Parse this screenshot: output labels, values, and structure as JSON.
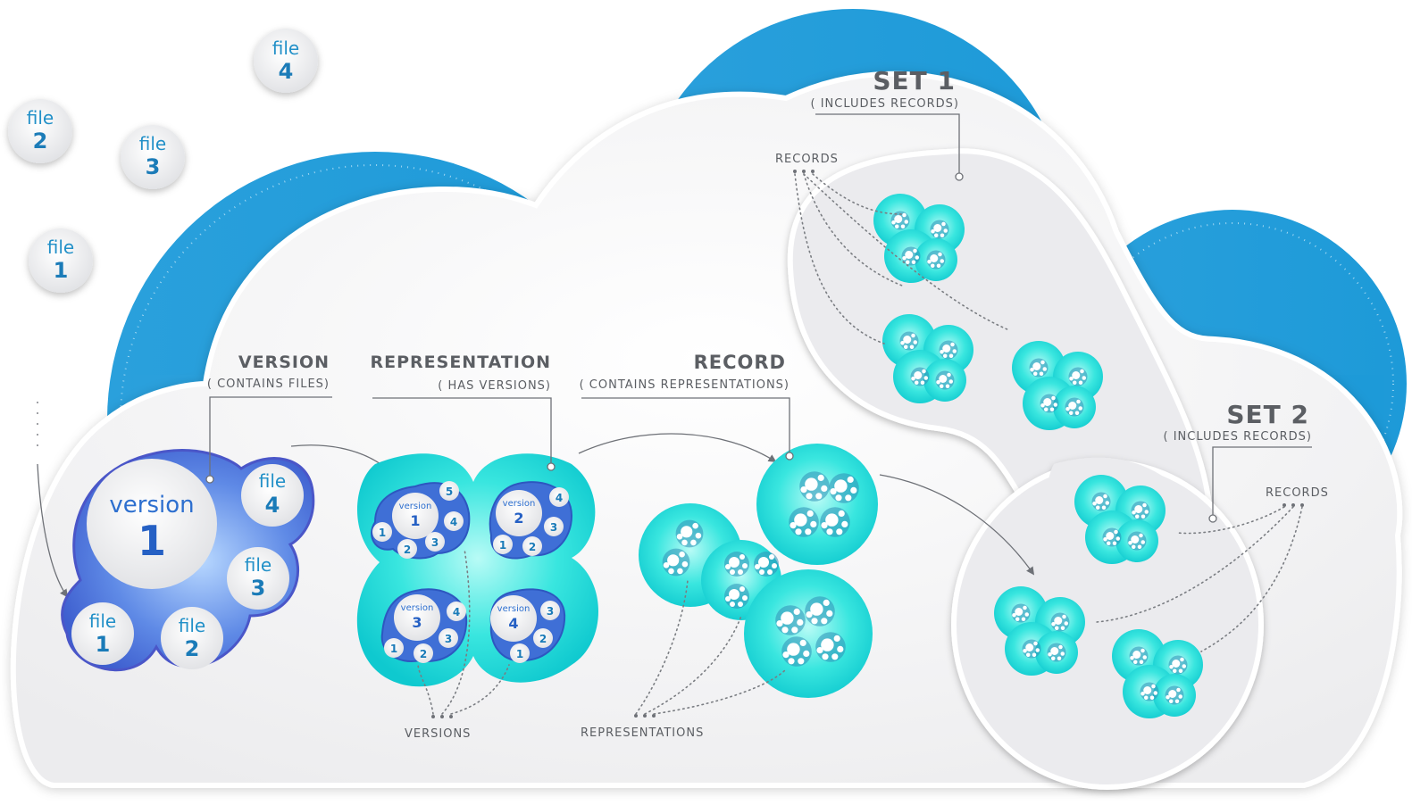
{
  "loose_files": [
    {
      "word": "file",
      "num": "4"
    },
    {
      "word": "file",
      "num": "2"
    },
    {
      "word": "file",
      "num": "3"
    },
    {
      "word": "file",
      "num": "1"
    }
  ],
  "labels": {
    "version_title": "VERSION",
    "version_sub": "( CONTAINS FILES)",
    "representation_title": "REPRESENTATION",
    "representation_sub": "( HAS VERSIONS)",
    "record_title": "RECORD",
    "record_sub": "( CONTAINS REPRESENTATIONS)",
    "set1_title": "SET 1",
    "set1_sub": "( INCLUDES RECORDS)",
    "set2_title": "SET 2",
    "set2_sub": "( INCLUDES RECORDS)",
    "records_1": "RECORDS",
    "records_2": "RECORDS",
    "versions": "VERSIONS",
    "representations": "REPRESENTATIONS"
  },
  "version_cluster": {
    "word": "version",
    "num": "1",
    "files": [
      {
        "word": "file",
        "num": "4"
      },
      {
        "word": "file",
        "num": "3"
      },
      {
        "word": "file",
        "num": "1"
      },
      {
        "word": "file",
        "num": "2"
      }
    ]
  },
  "representation_cluster": {
    "versions": [
      {
        "word": "version",
        "num": "1",
        "files": [
          "5",
          "4",
          "3",
          "2",
          "1"
        ]
      },
      {
        "word": "version",
        "num": "2",
        "files": [
          "4",
          "3",
          "2",
          "1"
        ]
      },
      {
        "word": "version",
        "num": "3",
        "files": [
          "4",
          "3",
          "2",
          "1"
        ]
      },
      {
        "word": "version",
        "num": "4",
        "files": [
          "3",
          "2",
          "1"
        ]
      }
    ]
  },
  "colors": {
    "cloud_blue": "#1fa3df",
    "cyan": "#27e0dc",
    "version_blue": "#3f6fd6",
    "file_text": "#1a7bb8",
    "label_grey": "#5b5e63"
  }
}
